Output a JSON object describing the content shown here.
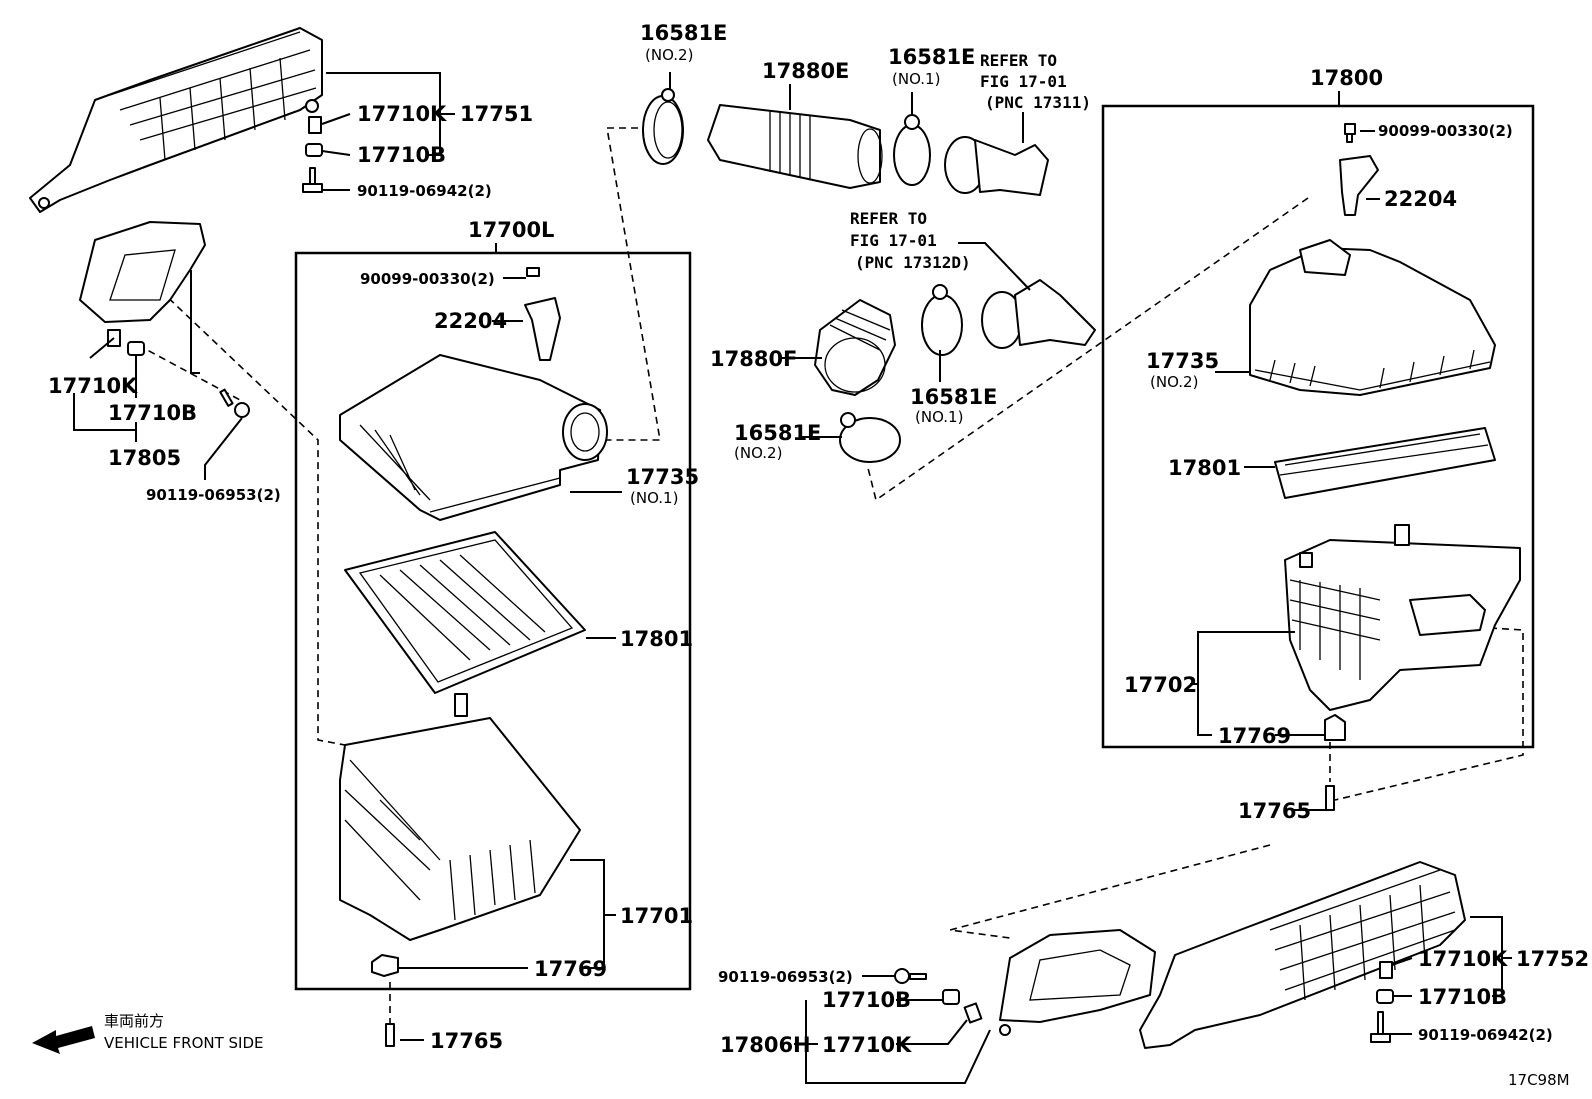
{
  "diagram": {
    "sheet_id": "17C98M",
    "orientation": {
      "label_jp": "車両前方",
      "label_en": "VEHICLE FRONT SIDE"
    },
    "refs": [
      {
        "line1": "REFER TO",
        "line2": "FIG 17-01",
        "line3": "(PNC 17311)"
      },
      {
        "line1": "REFER TO",
        "line2": "FIG 17-01",
        "line3": "(PNC 17312D)"
      }
    ],
    "labels": {
      "p16581e_no2_top": "16581E",
      "no2_a": "(NO.2)",
      "p17880e": "17880E",
      "p16581e_no1_top": "16581E",
      "no1_a": "(NO.1)",
      "p17800": "17800",
      "p90099_r": "90099-00330(2)",
      "p22204_r": "22204",
      "p17735_r": "17735",
      "no2_b": "(NO.2)",
      "p17801_r": "17801",
      "p17702": "17702",
      "p17769_r": "17769",
      "p17765_r": "17765",
      "p17710k_tl": "17710K",
      "p17751": "17751",
      "p17710b_tl": "17710B",
      "p90119_06942_tl": "90119-06942(2)",
      "p17700l": "17700L",
      "p90099_l": "90099-00330(2)",
      "p22204_l": "22204",
      "p17735_l": "17735",
      "no1_b": "(NO.1)",
      "p17801_l": "17801",
      "p17701": "17701",
      "p17769_l": "17769",
      "p17765_l": "17765",
      "p17710k_ml": "17710K",
      "p17710b_ml": "17710B",
      "p17805": "17805",
      "p90119_06953_ml": "90119-06953(2)",
      "p17880f": "17880F",
      "p16581e_no2_mid": "16581E",
      "no2_c": "(NO.2)",
      "p16581e_no1_mid": "16581E",
      "no1_c": "(NO.1)",
      "p90119_06953_b": "90119-06953(2)",
      "p17710b_b": "17710B",
      "p17806h": "17806H",
      "p17710k_b": "17710K",
      "p17710k_br": "17710K",
      "p17752": "17752",
      "p17710b_br": "17710B",
      "p90119_06942_br": "90119-06942(2)"
    }
  }
}
